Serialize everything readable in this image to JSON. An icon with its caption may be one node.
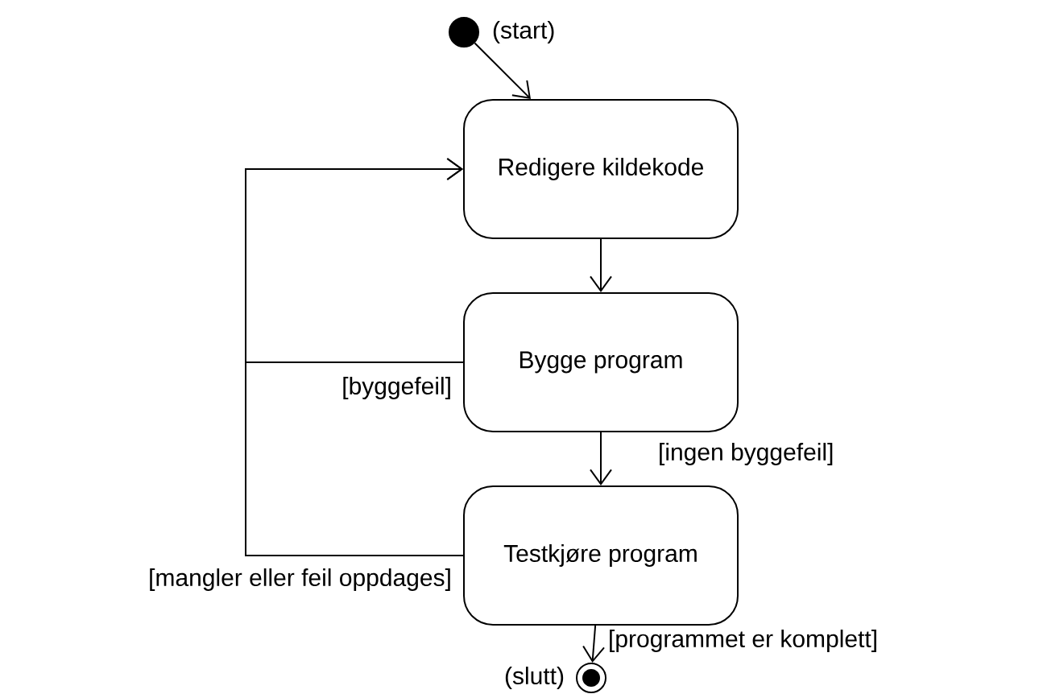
{
  "diagram": {
    "nodes": [
      {
        "text": [],
        "shape": "circle",
        "beside": [
          "(start)"
        ]
      },
      {
        "text": [
          "Redigere kildekode"
        ]
      },
      {
        "text": [
          "Bygge program"
        ]
      },
      {
        "text": [
          "Testkjøre program"
        ]
      },
      {
        "text": [],
        "shape": "bullseye",
        "beside": [
          "(slutt)"
        ]
      }
    ],
    "edges": [
      {
        "from": 0,
        "to": 1,
        "arrow": "to"
      },
      {
        "from": 1,
        "to": 2,
        "arrow": "to"
      },
      {
        "from": 2,
        "to": 1,
        "arrow": "to",
        "label": "[byggefeil]"
      },
      {
        "from": 2,
        "to": 3,
        "arrow": "to",
        "label": "[ingen byggefeil]"
      },
      {
        "from": 3,
        "to": 1,
        "arrow": "to",
        "label": "[mangler eller feil oppdages]"
      },
      {
        "from": 3,
        "to": 4,
        "arrow": "to",
        "label": "[programmet er komplett]"
      }
    ]
  }
}
